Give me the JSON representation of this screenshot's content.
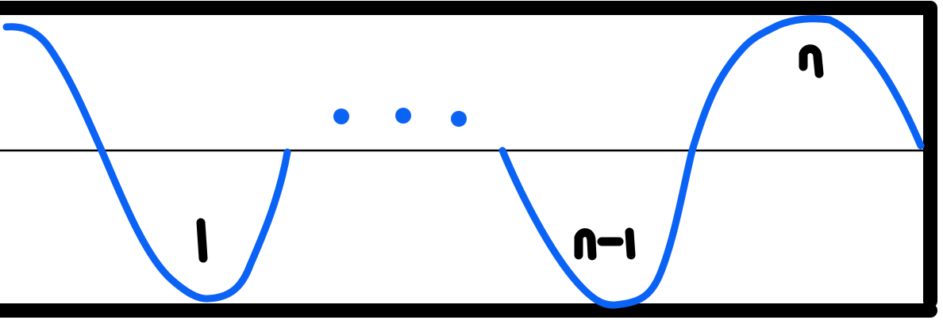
{
  "diagram": {
    "colors": {
      "wave": "#0a63f5",
      "frame": "#000000",
      "axis": "#000000",
      "label": "#000000"
    },
    "labels": {
      "first_lobe": "1",
      "second_to_last_lobe": "n-1",
      "last_lobe": "n"
    },
    "ellipsis": "..."
  }
}
